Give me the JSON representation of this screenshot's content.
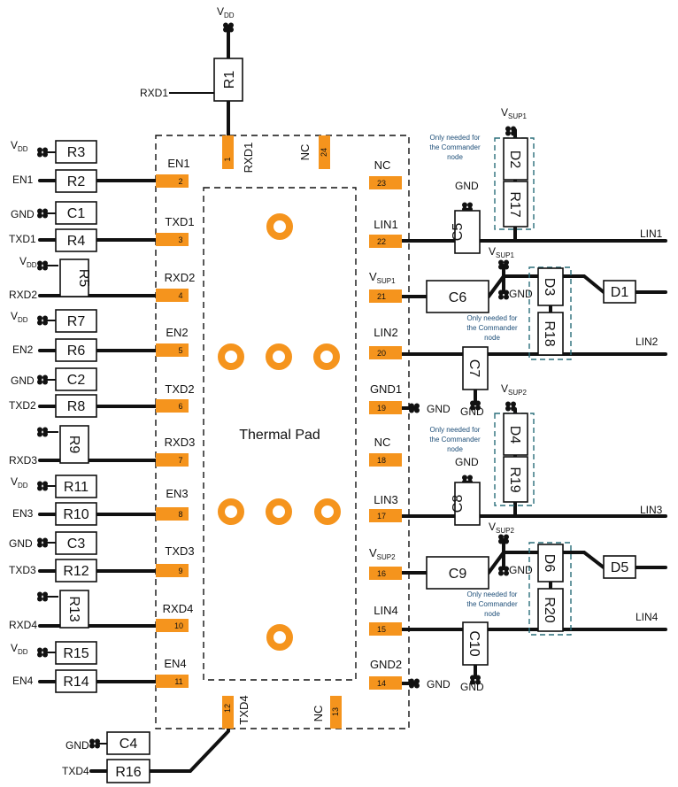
{
  "thermal_pad": "Thermal Pad",
  "vdd": {
    "base": "V",
    "sub": "DD"
  },
  "vsup1": {
    "base": "V",
    "sub": "SUP1"
  },
  "vsup2": {
    "base": "V",
    "sub": "SUP2"
  },
  "gnd": "GND",
  "note": [
    "Only needed for",
    "the Commander",
    "node"
  ],
  "pins": {
    "p1": {
      "num": "1",
      "name": "RXD1"
    },
    "p2": {
      "num": "2",
      "name": "EN1"
    },
    "p3": {
      "num": "3",
      "name": "TXD1"
    },
    "p4": {
      "num": "4",
      "name": "RXD2"
    },
    "p5": {
      "num": "5",
      "name": "EN2"
    },
    "p6": {
      "num": "6",
      "name": "TXD2"
    },
    "p7": {
      "num": "7",
      "name": "RXD3"
    },
    "p8": {
      "num": "8",
      "name": "EN3"
    },
    "p9": {
      "num": "9",
      "name": "TXD3"
    },
    "p10": {
      "num": "10",
      "name": "RXD4"
    },
    "p11": {
      "num": "11",
      "name": "EN4"
    },
    "p12": {
      "num": "12",
      "name": "TXD4"
    },
    "p13": {
      "num": "13",
      "name": "NC"
    },
    "p14": {
      "num": "14",
      "name": "GND2"
    },
    "p15": {
      "num": "15",
      "name": "LIN4"
    },
    "p16": {
      "num": "16",
      "name": "V",
      "sub": "SUP2"
    },
    "p17": {
      "num": "17",
      "name": "LIN3"
    },
    "p18": {
      "num": "18",
      "name": "NC"
    },
    "p19": {
      "num": "19",
      "name": "GND1"
    },
    "p20": {
      "num": "20",
      "name": "LIN2"
    },
    "p21": {
      "num": "21",
      "name": "V",
      "sub": "SUP1"
    },
    "p22": {
      "num": "22",
      "name": "LIN1"
    },
    "p23": {
      "num": "23",
      "name": "NC"
    },
    "p24": {
      "num": "24",
      "name": "NC"
    }
  },
  "nets": {
    "RXD1": "RXD1",
    "EN1": "EN1",
    "TXD1": "TXD1",
    "RXD2": "RXD2",
    "EN2": "EN2",
    "TXD2": "TXD2",
    "RXD3": "RXD3",
    "EN3": "EN3",
    "TXD3": "TXD3",
    "RXD4": "RXD4",
    "EN4": "EN4",
    "TXD4": "TXD4",
    "LIN1": "LIN1",
    "LIN2": "LIN2",
    "LIN3": "LIN3",
    "LIN4": "LIN4"
  },
  "components": {
    "R1": "R1",
    "R2": "R2",
    "R3": "R3",
    "R4": "R4",
    "R5": "R5",
    "R6": "R6",
    "R7": "R7",
    "R8": "R8",
    "R9": "R9",
    "R10": "R10",
    "R11": "R11",
    "R12": "R12",
    "R13": "R13",
    "R14": "R14",
    "R15": "R15",
    "R16": "R16",
    "R17": "R17",
    "R18": "R18",
    "R19": "R19",
    "R20": "R20",
    "C1": "C1",
    "C2": "C2",
    "C3": "C3",
    "C4": "C4",
    "C5": "C5",
    "C6": "C6",
    "C7": "C7",
    "C8": "C8",
    "C9": "C9",
    "C10": "C10",
    "D1": "D1",
    "D2": "D2",
    "D3": "D3",
    "D4": "D4",
    "D5": "D5",
    "D6": "D6"
  },
  "colors": {
    "pad": "#f5941d",
    "wire": "#111111",
    "note_box": "#2a6e7a",
    "note_text": "#1d4e78"
  }
}
